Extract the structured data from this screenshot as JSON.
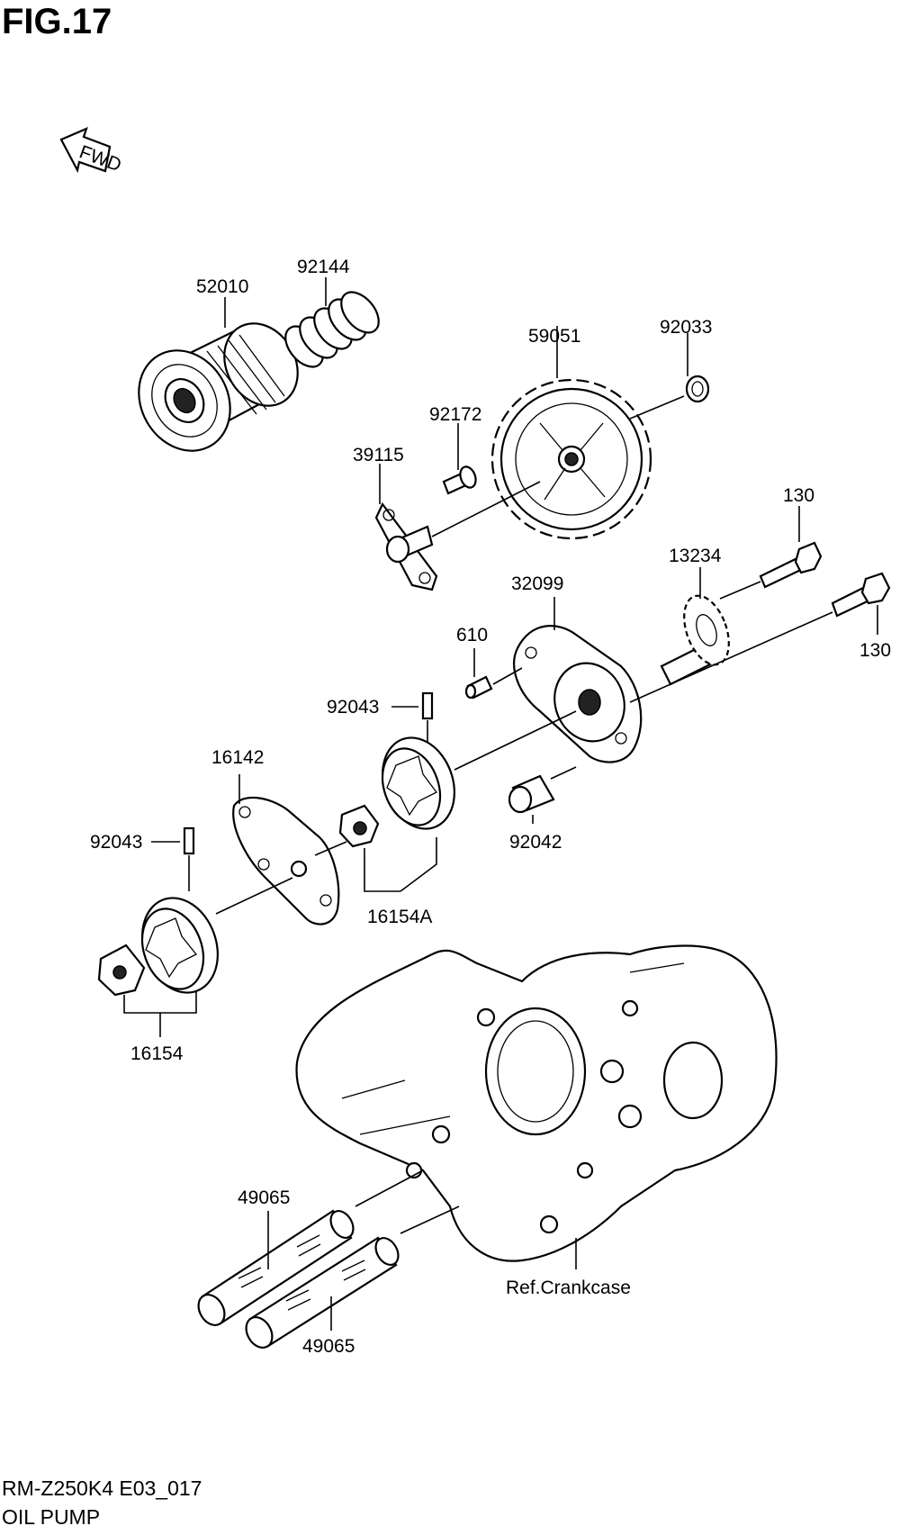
{
  "figure": {
    "title": "FIG.17",
    "fwd_label": "FWD"
  },
  "parts": [
    {
      "id": "p52010",
      "number": "52010"
    },
    {
      "id": "p92144",
      "number": "92144"
    },
    {
      "id": "p59051",
      "number": "59051"
    },
    {
      "id": "p92033",
      "number": "92033"
    },
    {
      "id": "p92172",
      "number": "92172"
    },
    {
      "id": "p39115",
      "number": "39115"
    },
    {
      "id": "p130a",
      "number": "130"
    },
    {
      "id": "p13234",
      "number": "13234"
    },
    {
      "id": "p32099",
      "number": "32099"
    },
    {
      "id": "p610",
      "number": "610"
    },
    {
      "id": "p130b",
      "number": "130"
    },
    {
      "id": "p92043a",
      "number": "92043"
    },
    {
      "id": "p16142",
      "number": "16142"
    },
    {
      "id": "p92043b",
      "number": "92043"
    },
    {
      "id": "p92042",
      "number": "92042"
    },
    {
      "id": "p16154A",
      "number": "16154A"
    },
    {
      "id": "p16154",
      "number": "16154"
    },
    {
      "id": "p49065a",
      "number": "49065"
    },
    {
      "id": "pref",
      "number": "Ref.Crankcase"
    },
    {
      "id": "p49065b",
      "number": "49065"
    }
  ],
  "footer": {
    "model_code": "RM-Z250K4 E03_017",
    "section_name": "OIL PUMP"
  }
}
